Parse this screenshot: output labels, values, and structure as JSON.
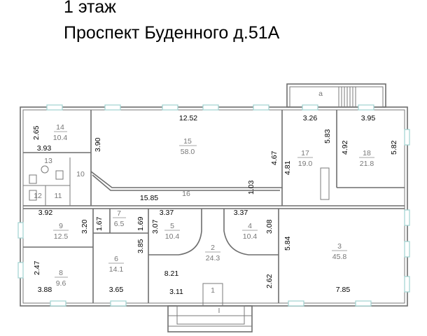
{
  "header": {
    "floor": "1 этаж",
    "address": "Проспект Буденного д.51А"
  },
  "plan": {
    "rooms": [
      {
        "num": "14",
        "area": "10.4"
      },
      {
        "num": "15",
        "area": "58.0"
      },
      {
        "num": "17",
        "area": "19.0"
      },
      {
        "num": "18",
        "area": "21.8"
      },
      {
        "num": "13"
      },
      {
        "num": "10"
      },
      {
        "num": "12"
      },
      {
        "num": "11"
      },
      {
        "num": "16"
      },
      {
        "num": "9",
        "area": "12.5"
      },
      {
        "num": "7",
        "area": "6.5"
      },
      {
        "num": "5",
        "area": "10.4"
      },
      {
        "num": "4",
        "area": "10.4"
      },
      {
        "num": "3",
        "area": "45.8"
      },
      {
        "num": "6",
        "area": "14.1"
      },
      {
        "num": "2",
        "area": "24.3"
      },
      {
        "num": "8",
        "area": "9.6"
      },
      {
        "num": "1"
      },
      {
        "num": "I"
      },
      {
        "num": "a"
      }
    ],
    "dimensions": [
      "12.52",
      "3.26",
      "3.95",
      "2.65",
      "3.93",
      "3.90",
      "4.67",
      "4.81",
      "5.83",
      "4.92",
      "5.82",
      "15.85",
      "1.03",
      "3.92",
      "1.67",
      "1.69",
      "3.37",
      "3.37",
      "3.20",
      "3.07",
      "3.08",
      "5.84",
      "3.85",
      "2.47",
      "8.21",
      "3.88",
      "3.65",
      "3.11",
      "2.62",
      "7.85"
    ]
  }
}
